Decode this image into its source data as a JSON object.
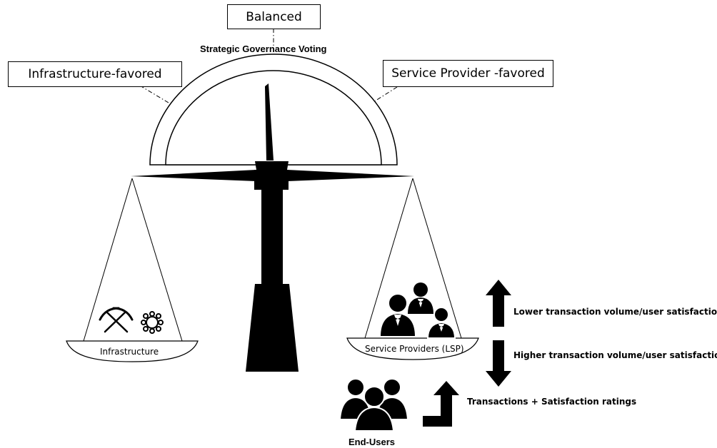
{
  "header": {
    "title": "Strategic Governance Voting"
  },
  "dial": {
    "balanced_label": "Balanced",
    "infrastructure_label": "Infrastructure-favored",
    "service_provider_label": "Service Provider -favored"
  },
  "pans": {
    "left_label": "Infrastructure",
    "right_label": "Service Providers (LSP)"
  },
  "flows": {
    "up_label": "Lower transaction volume/user satisfaction",
    "down_label": "Higher transaction volume/user satisfaction",
    "transactions_label": "Transactions + Satisfaction ratings"
  },
  "users": {
    "label": "End-Users"
  },
  "icons": [
    "pickaxe-icon",
    "network-nodes-icon",
    "people-group-icon",
    "users-group-icon",
    "arrow-up-icon",
    "arrow-down-icon",
    "arrow-bent-up-icon"
  ],
  "colors": {
    "ink": "#000000",
    "background": "#ffffff"
  }
}
